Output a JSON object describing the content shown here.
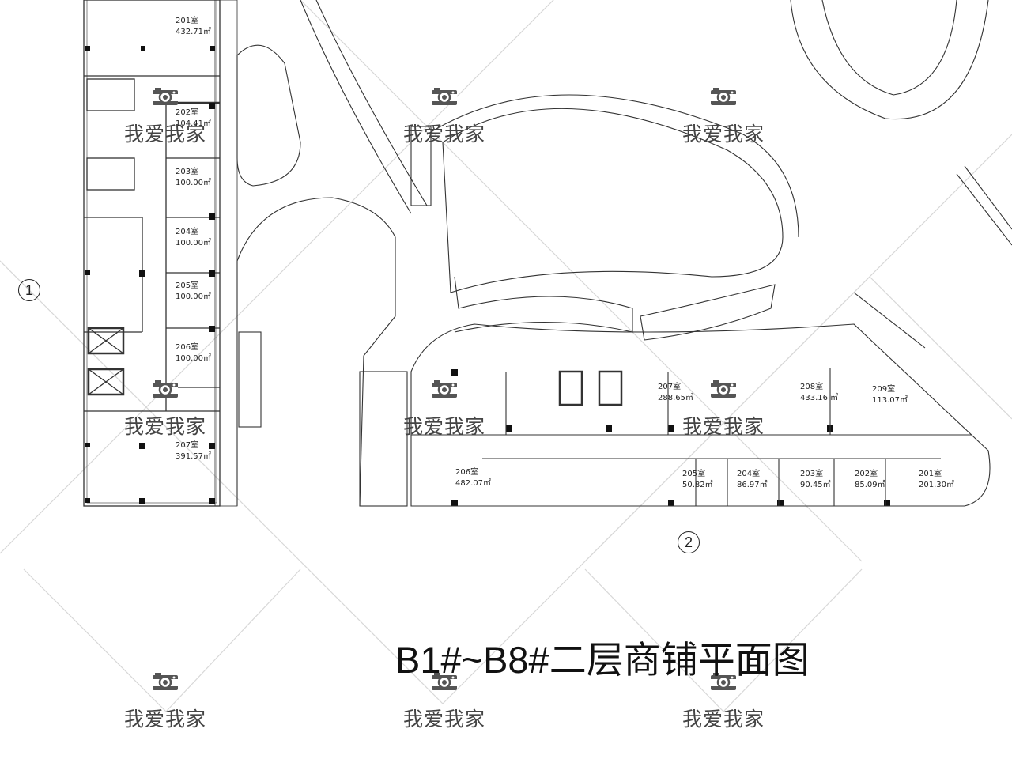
{
  "title": "B1#~B8#二层商铺平面图",
  "markers": [
    "1",
    "2"
  ],
  "watermark": {
    "text": "我爱我家",
    "icon": "camera-icon"
  },
  "left_building": {
    "rooms": [
      {
        "name": "201室",
        "area": "432.71㎡"
      },
      {
        "name": "202室",
        "area": "104.41㎡"
      },
      {
        "name": "203室",
        "area": "100.00㎡"
      },
      {
        "name": "204室",
        "area": "100.00㎡"
      },
      {
        "name": "205室",
        "area": "100.00㎡"
      },
      {
        "name": "206室",
        "area": "100.00㎡"
      },
      {
        "name": "207室",
        "area": "391.57㎡"
      }
    ]
  },
  "right_building": {
    "rooms": [
      {
        "name": "207室",
        "area": "288.65㎡"
      },
      {
        "name": "208室",
        "area": "433.16 ㎡"
      },
      {
        "name": "209室",
        "area": "113.07㎡"
      },
      {
        "name": "206室",
        "area": "482.07㎡"
      },
      {
        "name": "205室",
        "area": "50.82㎡"
      },
      {
        "name": "204室",
        "area": "86.97㎡"
      },
      {
        "name": "203室",
        "area": "90.45㎡"
      },
      {
        "name": "202室",
        "area": "85.09㎡"
      },
      {
        "name": "201室",
        "area": "201.30㎡"
      }
    ]
  }
}
